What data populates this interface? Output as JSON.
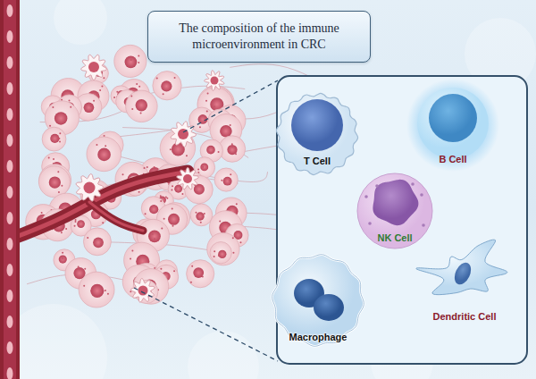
{
  "diagram": {
    "title": "The composition of the immune microenvironment in CRC",
    "nodes": [
      {
        "text": [
          "T Cell"
        ]
      },
      {
        "text": [
          "B Cell"
        ]
      },
      {
        "text": [
          "NK Cell"
        ]
      },
      {
        "text": [
          "Macrophage"
        ]
      },
      {
        "text": [
          "Dendritic Cell"
        ]
      }
    ]
  }
}
